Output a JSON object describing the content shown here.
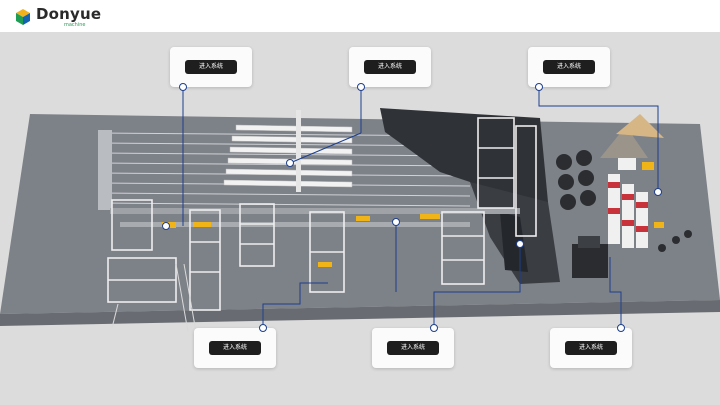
{
  "brand": {
    "name": "Donyue",
    "sub": "machine"
  },
  "hotspots": [
    {
      "id": "top-left",
      "label": "进入系统"
    },
    {
      "id": "top-center",
      "label": "进入系统"
    },
    {
      "id": "top-right",
      "label": "进入系统"
    },
    {
      "id": "bottom-left",
      "label": "进入系统"
    },
    {
      "id": "bottom-center",
      "label": "进入系统"
    },
    {
      "id": "bottom-right",
      "label": "进入系统"
    }
  ],
  "colors": {
    "accent": "#1d3f8f",
    "button": "#1e1e1e",
    "background": "#dcdcdc",
    "floor": "#7d8188"
  }
}
